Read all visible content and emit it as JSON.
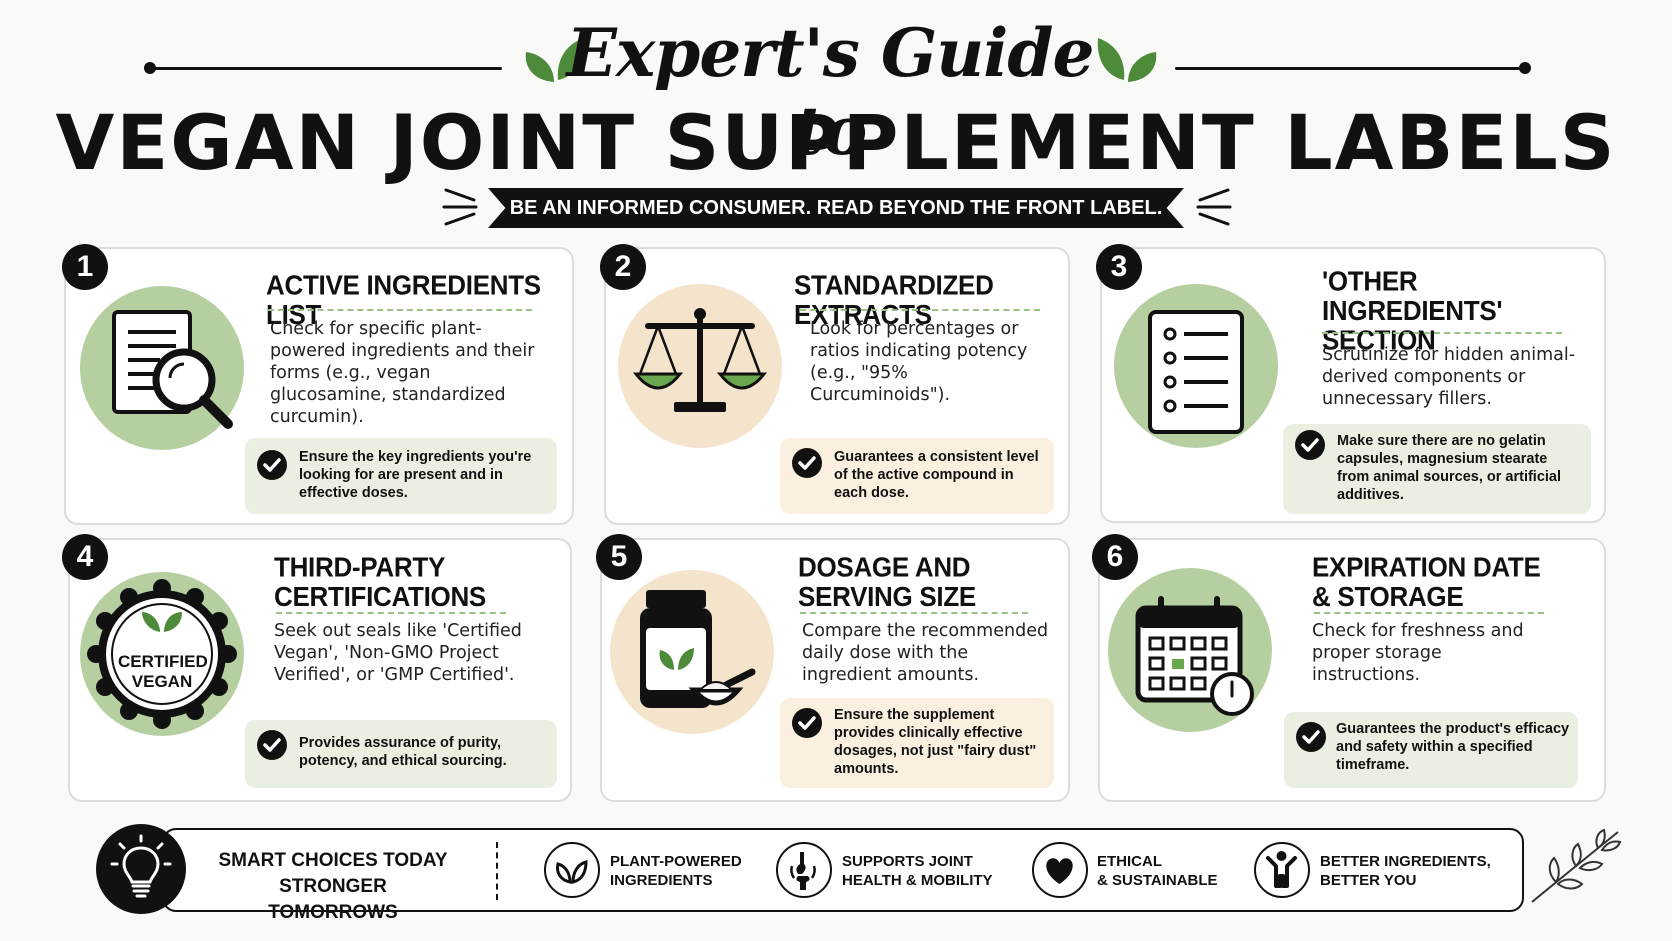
{
  "header": {
    "script_title": "Expert's Guide to",
    "main_title": "VEGAN JOINT SUPPLEMENT LABELS",
    "banner": "BE AN INFORMED CONSUMER. READ BEYOND THE FRONT LABEL."
  },
  "colors": {
    "accent_green": "#b6cfa1",
    "light_green": "#e9f0e1",
    "accent_beige": "#f4e4cb",
    "light_beige": "#fbf0e0",
    "leaf_green": "#4d8a3a",
    "ink": "#111111"
  },
  "cards": [
    {
      "number": "1",
      "title": "ACTIVE INGREDIENTS LIST",
      "icon": "document-magnifier-icon",
      "body": "Check for specific plant-powered ingredients and their forms (e.g., vegan glucosamine, standardized curcumin).",
      "tip": "Ensure the key ingredients you're looking for are present and in effective doses."
    },
    {
      "number": "2",
      "title": "STANDARDIZED EXTRACTS",
      "icon": "balance-scale-icon",
      "body": "Look for percentages or ratios indicating potency (e.g., \"95% Curcuminoids\").",
      "tip": "Guarantees a consistent level of the active compound in each dose."
    },
    {
      "number": "3",
      "title": "'OTHER INGREDIENTS' SECTION",
      "icon": "checklist-icon",
      "body": "Scrutinize for hidden animal-derived components or unnecessary fillers.",
      "tip": "Make sure there are no gelatin capsules, magnesium stearate from animal sources, or artificial additives."
    },
    {
      "number": "4",
      "title": "THIRD-PARTY CERTIFICATIONS",
      "icon": "certified-seal-icon",
      "seal_text": "CERTIFIED VEGAN",
      "body": "Seek out seals like 'Certified Vegan', 'Non-GMO Project Verified', or 'GMP Certified'.",
      "tip": "Provides assurance of purity, potency, and ethical sourcing."
    },
    {
      "number": "5",
      "title": "DOSAGE AND SERVING SIZE",
      "icon": "supplement-jar-icon",
      "body": "Compare the recommended daily dose with the ingredient amounts.",
      "tip": "Ensure the supplement provides clinically effective dosages, not just \"fairy dust\" amounts."
    },
    {
      "number": "6",
      "title": "EXPIRATION DATE & STORAGE",
      "icon": "calendar-clock-icon",
      "body": "Check for freshness and proper storage instructions.",
      "tip": "Guarantees the product's efficacy and safety within a specified timeframe."
    }
  ],
  "footer": {
    "slogan_line1": "SMART CHOICES TODAY",
    "slogan_line2": "STRONGER TOMORROWS",
    "items": [
      {
        "icon": "leaf-icon",
        "line1": "PLANT-POWERED",
        "line2": "INGREDIENTS"
      },
      {
        "icon": "joint-icon",
        "line1": "SUPPORTS JOINT",
        "line2": "HEALTH & MOBILITY"
      },
      {
        "icon": "heart-icon",
        "line1": "ETHICAL",
        "line2": "& SUSTAINABLE"
      },
      {
        "icon": "person-icon",
        "line1": "BETTER INGREDIENTS,",
        "line2": "BETTER YOU"
      }
    ]
  }
}
